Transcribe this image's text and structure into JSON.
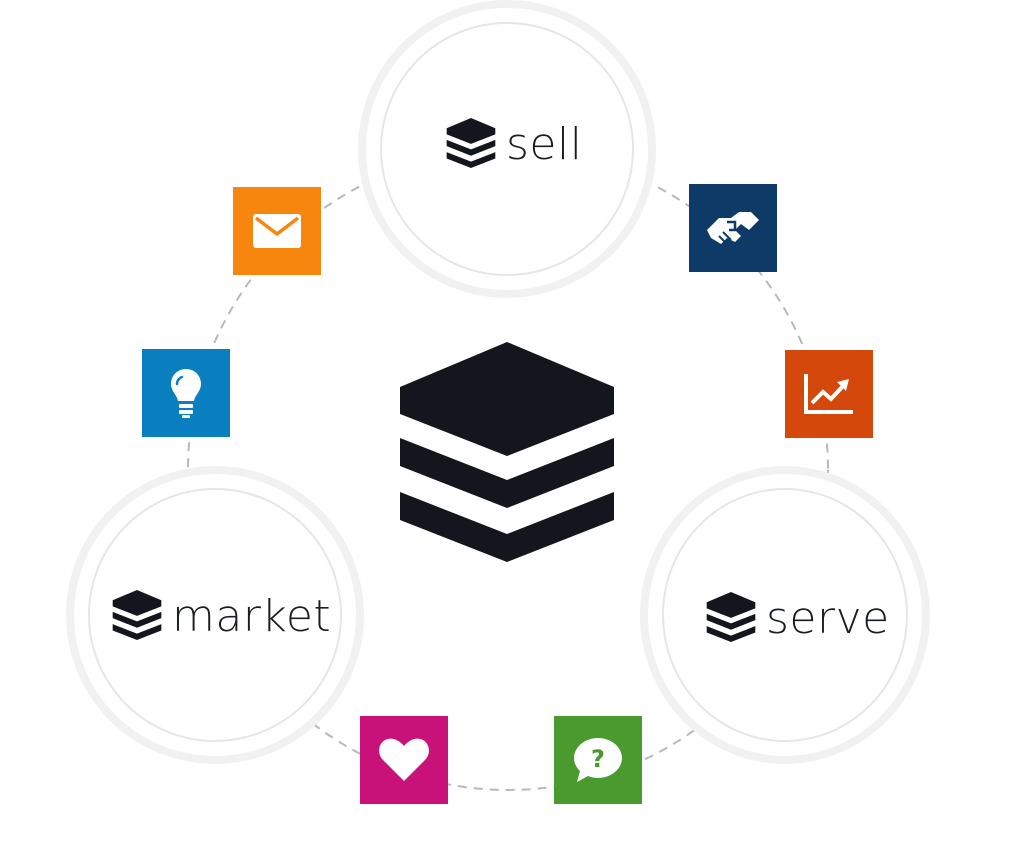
{
  "hubs": {
    "sell": {
      "label": "sell"
    },
    "market": {
      "label": "market"
    },
    "serve": {
      "label": "serve"
    }
  },
  "tiles": [
    {
      "name": "email-tile",
      "icon": "envelope-icon",
      "color": "#f7860f"
    },
    {
      "name": "handshake-tile",
      "icon": "handshake-icon",
      "color": "#0d3a66"
    },
    {
      "name": "idea-tile",
      "icon": "lightbulb-icon",
      "color": "#0a7fc0"
    },
    {
      "name": "analytics-tile",
      "icon": "chart-trend-icon",
      "color": "#d4490b"
    },
    {
      "name": "favorite-tile",
      "icon": "heart-icon",
      "color": "#c8127a"
    },
    {
      "name": "support-tile",
      "icon": "question-bubble-icon",
      "color": "#4b9a2d"
    }
  ],
  "colors": {
    "logo": "#13171d",
    "ring": "#f1f1f1",
    "dash": "#b9b9b9"
  }
}
